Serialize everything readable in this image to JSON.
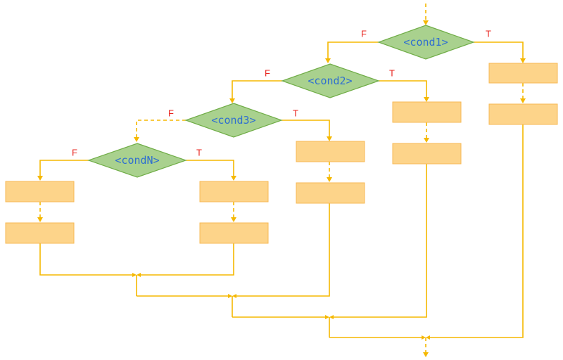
{
  "conditions": {
    "cond1": "<cond1>",
    "cond2": "<cond2>",
    "cond3": "<cond3>",
    "condN": "<condN>"
  },
  "branch_labels": {
    "false": "F",
    "true": "T"
  },
  "colors": {
    "flow_line": "#f5b800",
    "decision_fill": "#a9d18e",
    "decision_stroke": "#70ad47",
    "process_fill": "#fdd48a",
    "process_stroke": "#f7b955",
    "condition_text": "#2f6fd0",
    "branch_text": "#e8241e"
  }
}
